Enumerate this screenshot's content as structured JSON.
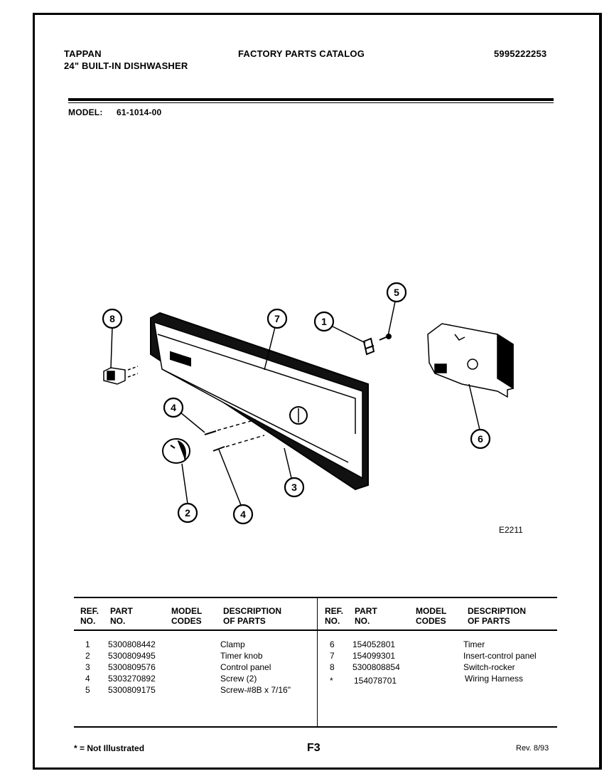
{
  "header": {
    "brand": "TAPPAN",
    "product": "24\" BUILT-IN DISHWASHER",
    "catalog_title": "FACTORY PARTS CATALOG",
    "catalog_number": "5995222253",
    "model_label": "MODEL:",
    "model_number": "61-1014-00"
  },
  "diagram": {
    "code": "E2211",
    "callouts": [
      "8",
      "7",
      "1",
      "5",
      "6",
      "4",
      "2",
      "4",
      "3"
    ]
  },
  "table": {
    "headers": {
      "ref": [
        "REF.",
        "NO."
      ],
      "part": [
        "PART",
        "NO."
      ],
      "model": [
        "MODEL",
        "CODES"
      ],
      "desc": [
        "DESCRIPTION",
        "OF PARTS"
      ]
    },
    "left_rows": [
      {
        "ref": "1",
        "part": "5300808442",
        "codes": "",
        "desc": "Clamp"
      },
      {
        "ref": "2",
        "part": "5300809495",
        "codes": "",
        "desc": "Timer knob"
      },
      {
        "ref": "3",
        "part": "5300809576",
        "codes": "",
        "desc": "Control panel"
      },
      {
        "ref": "4",
        "part": "5303270892",
        "codes": "",
        "desc": "Screw (2)"
      },
      {
        "ref": "5",
        "part": "5300809175",
        "codes": "",
        "desc": "Screw-#8B x 7/16\""
      }
    ],
    "right_rows": [
      {
        "ref": "6",
        "part": "154052801",
        "codes": "",
        "desc": "Timer"
      },
      {
        "ref": "7",
        "part": "154099301",
        "codes": "",
        "desc": "Insert-control panel"
      },
      {
        "ref": "8",
        "part": "5300808854",
        "codes": "",
        "desc": "Switch-rocker"
      },
      {
        "ref": "*",
        "part": "154078701",
        "codes": "",
        "desc": "Wiring Harness"
      }
    ]
  },
  "footer": {
    "note": "* = Not Illustrated",
    "page": "F3",
    "revision": "Rev. 8/93"
  }
}
